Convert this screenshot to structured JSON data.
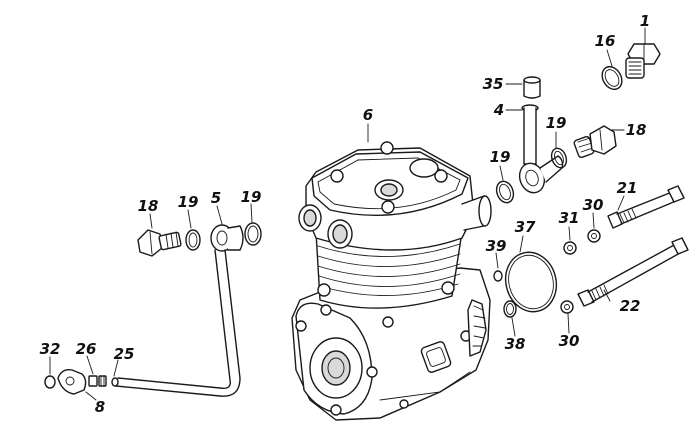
{
  "part_labels": {
    "p1": "1",
    "p16": "16",
    "p35": "35",
    "p4": "4",
    "p6": "6",
    "p19a": "19",
    "p19b": "19",
    "p18a": "18",
    "p21": "21",
    "p30a": "30",
    "p31": "31",
    "p37": "37",
    "p39": "39",
    "p22": "22",
    "p38": "38",
    "p30b": "30",
    "p18b": "18",
    "p19c": "19",
    "p5": "5",
    "p19d": "19",
    "p32": "32",
    "p26": "26",
    "p25": "25",
    "p8": "8"
  },
  "colors": {
    "line": "#1a1a1a",
    "background": "#ffffff",
    "shade": "#d9d9d9"
  }
}
